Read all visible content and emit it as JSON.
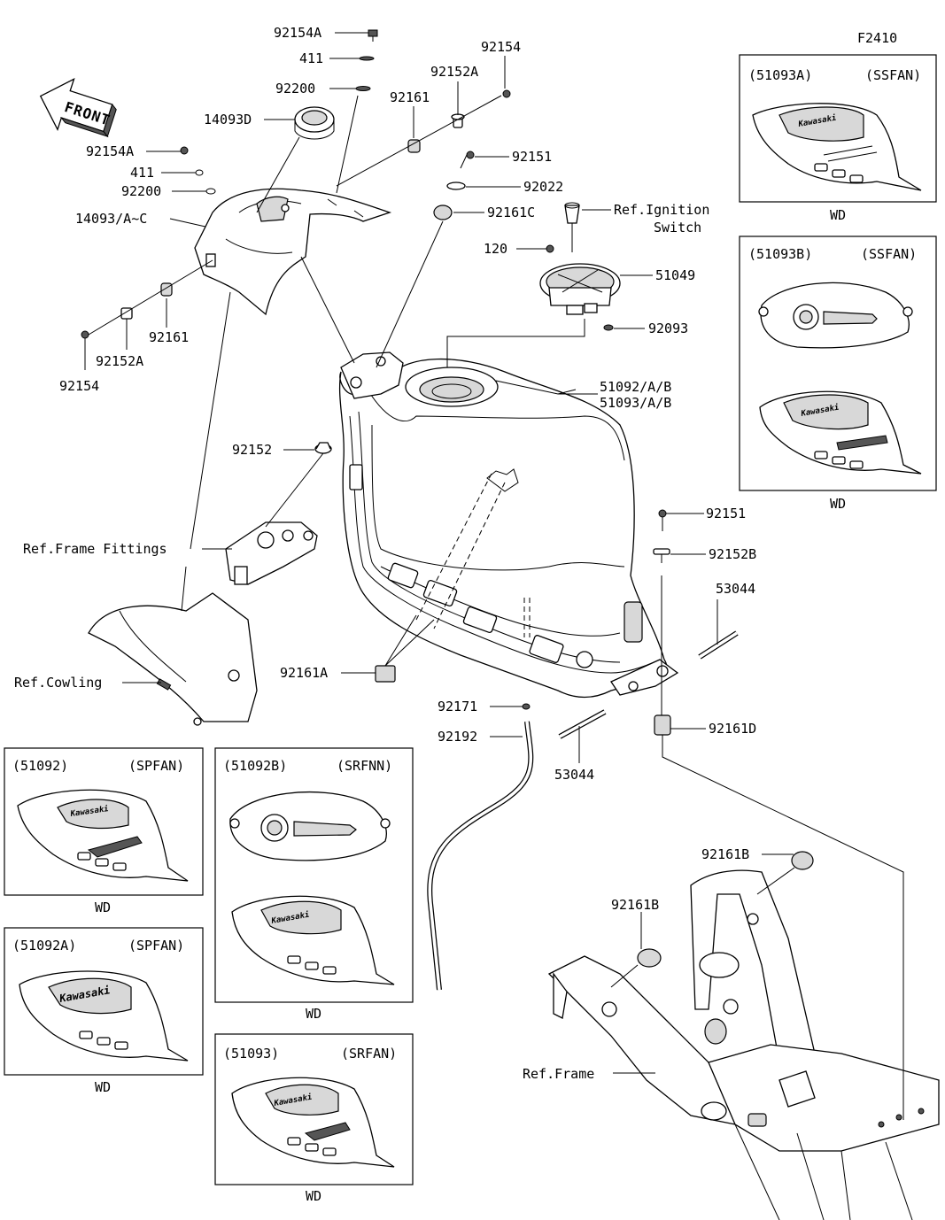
{
  "diagram_code": "F2410",
  "front_label": "FRONT",
  "callouts": {
    "c_92154A_top": "92154A",
    "c_411_top": "411",
    "c_92200_top": "92200",
    "c_14093D": "14093D",
    "c_92154A_left": "92154A",
    "c_411_left": "411",
    "c_92200_left": "92200",
    "c_14093": "14093/A~C",
    "c_92161_left": "92161",
    "c_92152A_left": "92152A",
    "c_92154_left": "92154",
    "c_92154_top": "92154",
    "c_92152A_top": "92152A",
    "c_92161_top": "92161",
    "c_92151_top": "92151",
    "c_92022": "92022",
    "c_92161C": "92161C",
    "c_ignition_1": "Ref.Ignition",
    "c_ignition_2": "Switch",
    "c_120": "120",
    "c_51049": "51049",
    "c_92093": "92093",
    "c_tank_1": "51092/A/B",
    "c_tank_2": "51093/A/B",
    "c_92152": "92152",
    "c_frame_fittings": "Ref.Frame Fittings",
    "c_cowling": "Ref.Cowling",
    "c_92161A": "92161A",
    "c_92171": "92171",
    "c_92192": "92192",
    "c_53044_bottom": "53044",
    "c_53044_right": "53044",
    "c_92151_right": "92151",
    "c_92152B": "92152B",
    "c_92161D": "92161D",
    "c_92161B_upper": "92161B",
    "c_92161B_lower": "92161B",
    "c_frame": "Ref.Frame"
  },
  "variant_boxes": [
    {
      "part": "(51093A)",
      "code": "(SSFAN)",
      "caption": "WD"
    },
    {
      "part": "(51093B)",
      "code": "(SSFAN)",
      "caption": "WD"
    },
    {
      "part": "(51092)",
      "code": "(SPFAN)",
      "caption": "WD"
    },
    {
      "part": "(51092B)",
      "code": "(SRFNN)",
      "caption": "WD"
    },
    {
      "part": "(51092A)",
      "code": "(SPFAN)",
      "caption": "WD"
    },
    {
      "part": "(51093)",
      "code": "(SRFAN)",
      "caption": "WD"
    }
  ],
  "logo_text": "Kawasaki"
}
